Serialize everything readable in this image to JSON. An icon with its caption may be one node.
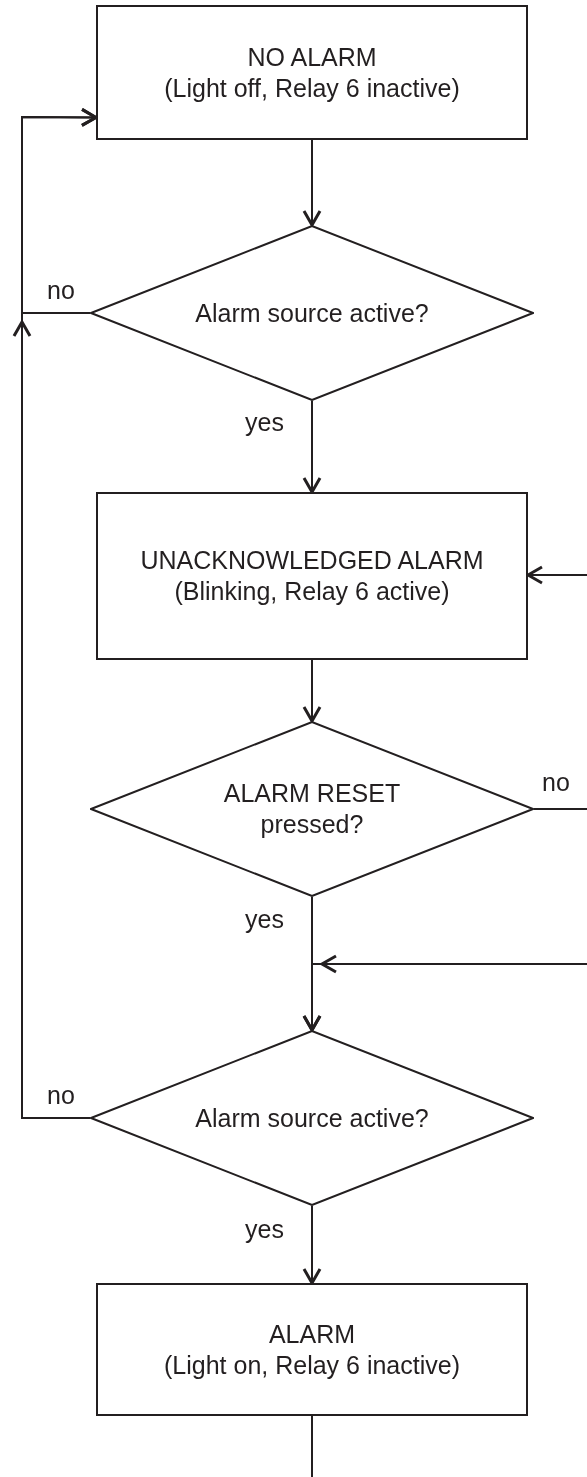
{
  "diagram": {
    "nodes": [
      {
        "text": [
          "NO ALARM",
          "(Light off, Relay 6 inactive)"
        ]
      },
      {
        "text": [
          "Alarm source active?"
        ]
      },
      {
        "text": [
          "UNACKNOWLEDGED ALARM",
          "(Blinking, Relay 6 active)"
        ]
      },
      {
        "text": [
          "ALARM RESET pressed?"
        ]
      },
      {
        "text": [
          "Alarm source active?"
        ]
      },
      {
        "text": [
          "ALARM",
          "(Light on, Relay 6 inactive)"
        ]
      }
    ],
    "edges": [
      {
        "from": 0,
        "to": 1,
        "arrow": "to"
      },
      {
        "from": 1,
        "to": 0,
        "arrow": "to",
        "label": "no"
      },
      {
        "from": 1,
        "to": 2,
        "arrow": "to",
        "label": "yes"
      },
      {
        "from": 2,
        "to": 3,
        "arrow": "to"
      },
      {
        "from": 3,
        "to": null,
        "arrow": "none",
        "label": "no"
      },
      {
        "from": null,
        "to": 2,
        "arrow": "to"
      },
      {
        "from": 3,
        "to": 4,
        "arrow": "to",
        "label": "yes"
      },
      {
        "from": null,
        "to": 4,
        "arrow": "to"
      },
      {
        "from": 4,
        "to": 0,
        "arrow": "to",
        "label": "no"
      },
      {
        "from": 4,
        "to": 5,
        "arrow": "to",
        "label": "yes"
      },
      {
        "from": 5,
        "to": null,
        "arrow": "none"
      }
    ]
  }
}
